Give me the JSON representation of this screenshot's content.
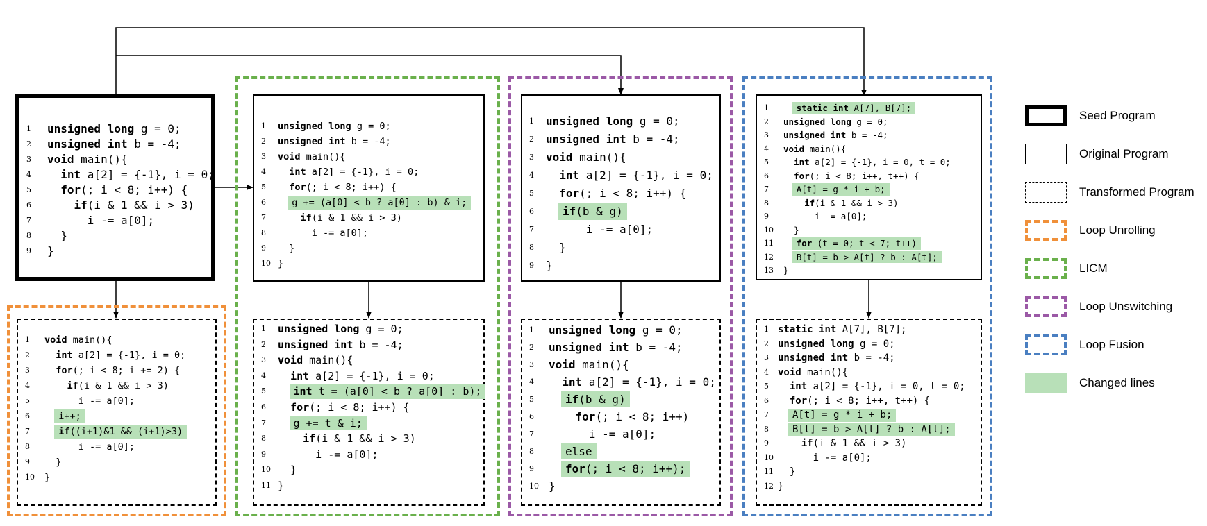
{
  "colors": {
    "loop_unrolling": "#f0903a",
    "licm": "#6ab04c",
    "loop_unswitching": "#9b59a6",
    "loop_fusion": "#4a7fc1",
    "changed": "#b8e0b8"
  },
  "legend": [
    {
      "label": "Seed Program",
      "style": "seed"
    },
    {
      "label": "Original Program",
      "style": "orig"
    },
    {
      "label": "Transformed Program",
      "style": "trans"
    },
    {
      "label": "Loop Unrolling",
      "style": "loop_unrolling"
    },
    {
      "label": "LICM",
      "style": "licm"
    },
    {
      "label": "Loop Unswitching",
      "style": "loop_unswitching"
    },
    {
      "label": "Loop Fusion",
      "style": "loop_fusion"
    },
    {
      "label": "Changed lines",
      "style": "changed"
    }
  ],
  "programs": {
    "seed": [
      {
        "n": "1",
        "text": "unsigned long g = 0;"
      },
      {
        "n": "2",
        "text": "unsigned int b = -4;"
      },
      {
        "n": "3",
        "text": "void main(){"
      },
      {
        "n": "4",
        "text": "  int a[2] = {-1}, i = 0;"
      },
      {
        "n": "5",
        "text": "  for(; i < 8; i++) {"
      },
      {
        "n": "6",
        "text": "    if(i & 1 && i > 3)"
      },
      {
        "n": "7",
        "text": "      i -= a[0];"
      },
      {
        "n": "8",
        "text": "  }"
      },
      {
        "n": "9",
        "text": "}"
      }
    ],
    "unrolled": [
      {
        "n": "1",
        "text": "void main(){"
      },
      {
        "n": "2",
        "text": "  int a[2] = {-1}, i = 0;"
      },
      {
        "n": "3",
        "text": "  for(; i < 8; i += 2) {"
      },
      {
        "n": "4",
        "text": "    if(i & 1 && i > 3)"
      },
      {
        "n": "5",
        "text": "      i -= a[0];"
      },
      {
        "n": "6",
        "text": "i++;",
        "hl": true
      },
      {
        "n": "7",
        "text": "if((i+1)&1 && (i+1)>3)",
        "hl": true
      },
      {
        "n": "8",
        "text": "      i -= a[0];"
      },
      {
        "n": "9",
        "text": "  }"
      },
      {
        "n": "10",
        "text": "}"
      }
    ],
    "licm_orig": [
      {
        "n": "1",
        "text": "unsigned long g = 0;"
      },
      {
        "n": "2",
        "text": "unsigned int b = -4;"
      },
      {
        "n": "3",
        "text": "void main(){"
      },
      {
        "n": "4",
        "text": "  int a[2] = {-1}, i = 0;"
      },
      {
        "n": "5",
        "text": "  for(; i < 8; i++) {"
      },
      {
        "n": "6",
        "text": "g += (a[0] < b ? a[0] : b) & i;",
        "hl": true
      },
      {
        "n": "7",
        "text": "    if(i & 1 && i > 3)"
      },
      {
        "n": "8",
        "text": "      i -= a[0];"
      },
      {
        "n": "9",
        "text": "  }"
      },
      {
        "n": "10",
        "text": "}"
      }
    ],
    "licm_trans": [
      {
        "n": "1",
        "text": "unsigned long g = 0;"
      },
      {
        "n": "2",
        "text": "unsigned int b = -4;"
      },
      {
        "n": "3",
        "text": "void main(){"
      },
      {
        "n": "4",
        "text": "  int a[2] = {-1}, i = 0;"
      },
      {
        "n": "5",
        "text": "int t = (a[0] < b ? a[0] : b);",
        "hl": true
      },
      {
        "n": "6",
        "text": "  for(; i < 8; i++) {"
      },
      {
        "n": "7",
        "text": "g += t & i;",
        "hl": true
      },
      {
        "n": "8",
        "text": "    if(i & 1 && i > 3)"
      },
      {
        "n": "9",
        "text": "      i -= a[0];"
      },
      {
        "n": "10",
        "text": "  }"
      },
      {
        "n": "11",
        "text": "}"
      }
    ],
    "unswitch_orig": [
      {
        "n": "1",
        "text": "unsigned long g = 0;"
      },
      {
        "n": "2",
        "text": "unsigned int b = -4;"
      },
      {
        "n": "3",
        "text": "void main(){"
      },
      {
        "n": "4",
        "text": "  int a[2] = {-1}, i = 0;"
      },
      {
        "n": "5",
        "text": "  for(; i < 8; i++) {"
      },
      {
        "n": "6",
        "text": "if(b & g)",
        "hl": true
      },
      {
        "n": "7",
        "text": "      i -= a[0];"
      },
      {
        "n": "8",
        "text": "  }"
      },
      {
        "n": "9",
        "text": "}"
      }
    ],
    "unswitch_trans": [
      {
        "n": "1",
        "text": "unsigned long g = 0;"
      },
      {
        "n": "2",
        "text": "unsigned int b = -4;"
      },
      {
        "n": "3",
        "text": "void main(){"
      },
      {
        "n": "4",
        "text": "  int a[2] = {-1}, i = 0;"
      },
      {
        "n": "5",
        "text": "if(b & g)",
        "hl": true
      },
      {
        "n": "6",
        "text": "    for(; i < 8; i++)"
      },
      {
        "n": "7",
        "text": "      i -= a[0];"
      },
      {
        "n": "8",
        "text": "else",
        "hl": true
      },
      {
        "n": "9",
        "text": "for(; i < 8; i++);",
        "hl": true
      },
      {
        "n": "10",
        "text": "}"
      }
    ],
    "fusion_orig": [
      {
        "n": "1",
        "text": "static int A[7], B[7];",
        "hl": true
      },
      {
        "n": "2",
        "text": "unsigned long g = 0;"
      },
      {
        "n": "3",
        "text": "unsigned int b = -4;"
      },
      {
        "n": "4",
        "text": "void main(){"
      },
      {
        "n": "5",
        "text": "  int a[2] = {-1}, i = 0, t = 0;"
      },
      {
        "n": "6",
        "text": "  for(; i < 8; i++, t++) {"
      },
      {
        "n": "7",
        "text": "A[t] = g * i + b;",
        "hl": true
      },
      {
        "n": "8",
        "text": "    if(i & 1 && i > 3)"
      },
      {
        "n": "9",
        "text": "      i -= a[0];"
      },
      {
        "n": "10",
        "text": "  }"
      },
      {
        "n": "11",
        "text": "for (t = 0; t < 7; t++)",
        "hl": true
      },
      {
        "n": "12",
        "text": "B[t] = b > A[t] ? b : A[t];",
        "hl": true
      },
      {
        "n": "13",
        "text": "}"
      }
    ],
    "fusion_trans": [
      {
        "n": "1",
        "text": "static int A[7], B[7];"
      },
      {
        "n": "2",
        "text": "unsigned long g = 0;"
      },
      {
        "n": "3",
        "text": "unsigned int b = -4;"
      },
      {
        "n": "4",
        "text": "void main(){"
      },
      {
        "n": "5",
        "text": "  int a[2] = {-1}, i = 0, t = 0;"
      },
      {
        "n": "6",
        "text": "  for(; i < 8; i++, t++) {"
      },
      {
        "n": "7",
        "text": "A[t] = g * i + b;",
        "hl": true
      },
      {
        "n": "8",
        "text": "B[t] = b > A[t] ? b : A[t];",
        "hl": true
      },
      {
        "n": "9",
        "text": "    if(i & 1 && i > 3)"
      },
      {
        "n": "10",
        "text": "      i -= a[0];"
      },
      {
        "n": "11",
        "text": "  }"
      },
      {
        "n": "12",
        "text": "}"
      }
    ]
  }
}
